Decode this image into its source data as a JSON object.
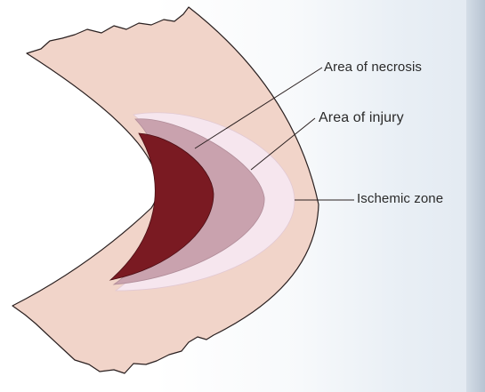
{
  "labels": {
    "necrosis": "Area of necrosis",
    "injury": "Area of injury",
    "ischemic": "Ischemic zone"
  },
  "colors": {
    "myocardium": "#f1d4c9",
    "ischemic_zone": "#f6e6ee",
    "injury_area": "#c9a2ae",
    "necrosis_area": "#7a1a22",
    "outline": "#2a2020"
  }
}
